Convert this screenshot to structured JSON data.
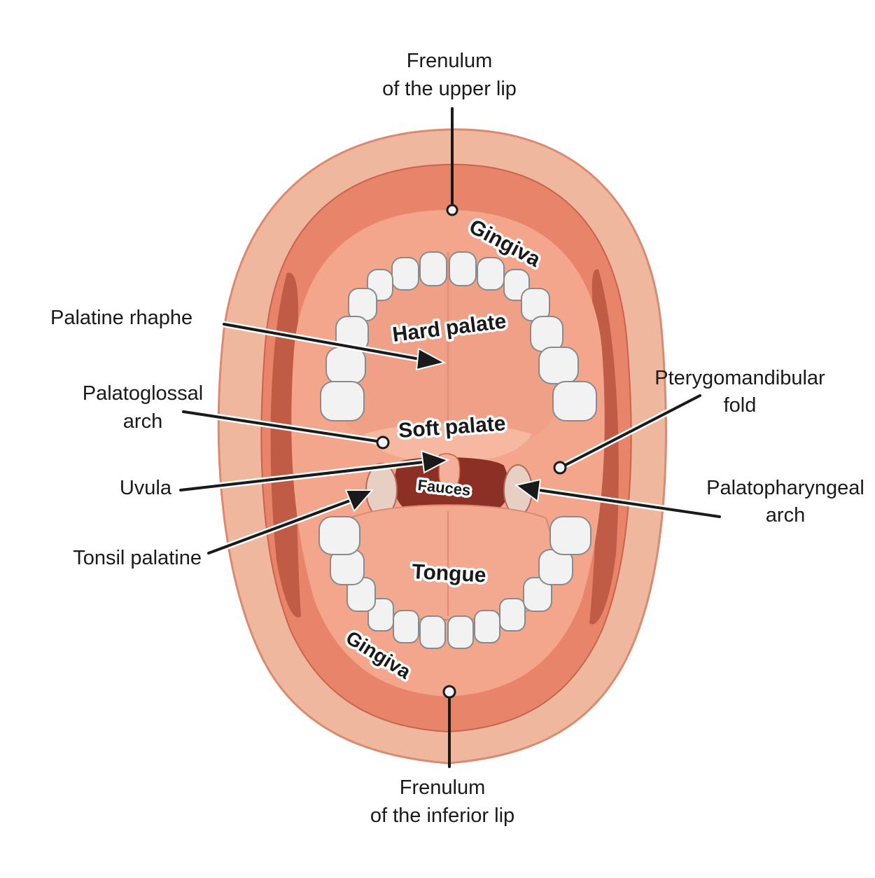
{
  "labels": {
    "frenulum_upper_line1": "Frenulum",
    "frenulum_upper_line2": "of the upper lip",
    "gingiva_upper": "Gingiva",
    "hard_palate": "Hard palate",
    "palatine_rhaphe": "Palatine rhaphe",
    "palatoglossal_line1": "Palatoglossal",
    "palatoglossal_line2": "arch",
    "soft_palate": "Soft palate",
    "pterygomandibular_line1": "Pterygomandibular",
    "pterygomandibular_line2": "fold",
    "uvula": "Uvula",
    "fauces": "Fauces",
    "palatopharyngeal_line1": "Palatopharyngeal",
    "palatopharyngeal_line2": "arch",
    "tonsil_palatine": "Tonsil palatine",
    "tongue": "Tongue",
    "gingiva_lower": "Gingiva",
    "frenulum_lower_line1": "Frenulum",
    "frenulum_lower_line2": "of the inferior lip"
  },
  "colors": {
    "lip_outer": "#f0b79f",
    "mucosa": "#e8846a",
    "mucosa_light": "#f4a68c",
    "palate": "#f1a088",
    "tongue": "#f3a990",
    "throat": "#8c2f24",
    "tooth": "#f2f2f2",
    "leader": "#1a1a1a"
  }
}
